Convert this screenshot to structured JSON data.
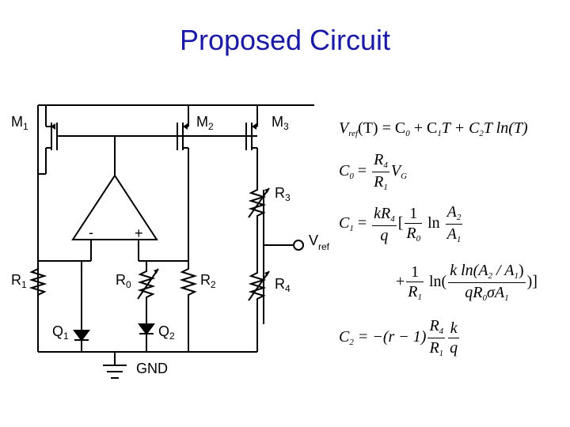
{
  "title": "Proposed Circuit",
  "circuit": {
    "labels": {
      "m1": "M",
      "m1_sub": "1",
      "m2": "M",
      "m2_sub": "2",
      "m3": "M",
      "m3_sub": "3",
      "r3": "R",
      "r3_sub": "3",
      "r4": "R",
      "r4_sub": "4",
      "r1": "R",
      "r1_sub": "1",
      "r0": "R",
      "r0_sub": "0",
      "r2": "R",
      "r2_sub": "2",
      "q1": "Q",
      "q1_sub": "1",
      "q2": "Q",
      "q2_sub": "2",
      "vref": "V",
      "vref_sub": "ref",
      "gnd": "GND",
      "opamp_minus": "-",
      "opamp_plus": "+"
    }
  },
  "equations": {
    "eq1": {
      "v": "V",
      "v_sub": "ref",
      "rest": "(T) = C",
      "c0_sub": "0",
      "plus1": " + C",
      "c1_sub": "1",
      "t1": "T + C",
      "c2_sub": "2",
      "t2": "T ln(T)"
    },
    "eq2": {
      "lhs": "C",
      "lhs_sub": "0",
      "eq": " = ",
      "num": "R",
      "num_sub": "4",
      "den": "R",
      "den_sub": "1",
      "tail": "V",
      "tail_sub": "G"
    },
    "eq3": {
      "lhs": "C",
      "lhs_sub": "1",
      "eq": " = ",
      "f1_num": "kR",
      "f1_num_sub": "4",
      "f1_den": "q",
      "br_open": "[",
      "f2_num": "1",
      "f2_den": "R",
      "f2_den_sub": "0",
      "ln": " ln ",
      "f3_num": "A",
      "f3_num_sub": "2",
      "f3_den": "A",
      "f3_den_sub": "1"
    },
    "eq4": {
      "plus": "+",
      "f1_num": "1",
      "f1_den": "R",
      "f1_den_sub": "1",
      "ln": " ln(",
      "f2_num": "k ln(A",
      "f2_num_sub1": "2",
      "f2_num_mid": " / A",
      "f2_num_sub2": "1",
      "f2_num_close": ")",
      "f2_den": "qR",
      "f2_den_sub": "0",
      "f2_den_mid": "σA",
      "f2_den_sub2": "1",
      "close": ")]"
    },
    "eq5": {
      "lhs": "C",
      "lhs_sub": "2",
      "eq": " = −(r − 1)",
      "f1_num": "R",
      "f1_num_sub": "4",
      "f1_den": "R",
      "f1_den_sub": "1",
      "f2_num": "k",
      "f2_den": "q"
    }
  }
}
